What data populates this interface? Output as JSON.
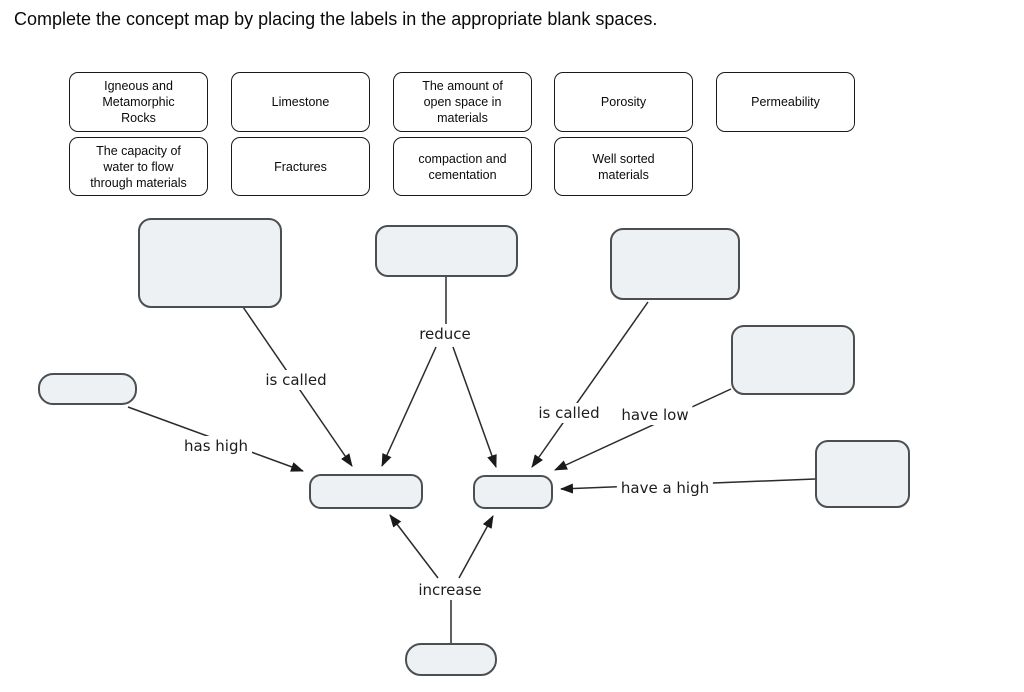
{
  "title": "Complete the concept map by placing the labels in the appropriate blank spaces.",
  "colors": {
    "background": "#ffffff",
    "card_fill": "#ffffff",
    "card_border": "#1a1a1a",
    "blank_fill": "#edf1f4",
    "blank_border": "#4a4f52",
    "connector_line": "#2b2b2b",
    "text": "#0a0a0a"
  },
  "word_bank": {
    "cards": [
      {
        "text": "Igneous and\nMetamorphic\nRocks"
      },
      {
        "text": "Limestone"
      },
      {
        "text": "The amount of\nopen space in\nmaterials"
      },
      {
        "text": "Porosity"
      },
      {
        "text": "Permeability"
      },
      {
        "text": "The capacity of\nwater to flow\nthrough materials"
      },
      {
        "text": "Fractures"
      },
      {
        "text": "compaction and\ncementation"
      },
      {
        "text": "Well sorted\nmaterials"
      }
    ]
  },
  "concept_map": {
    "blank_node_count": 9,
    "edge_labels": {
      "reduce": "reduce",
      "is_called_left": "is called",
      "has_high": "has high",
      "is_called_right": "is called",
      "have_low": "have low",
      "have_a_high": "have a high",
      "increase": "increase"
    }
  }
}
